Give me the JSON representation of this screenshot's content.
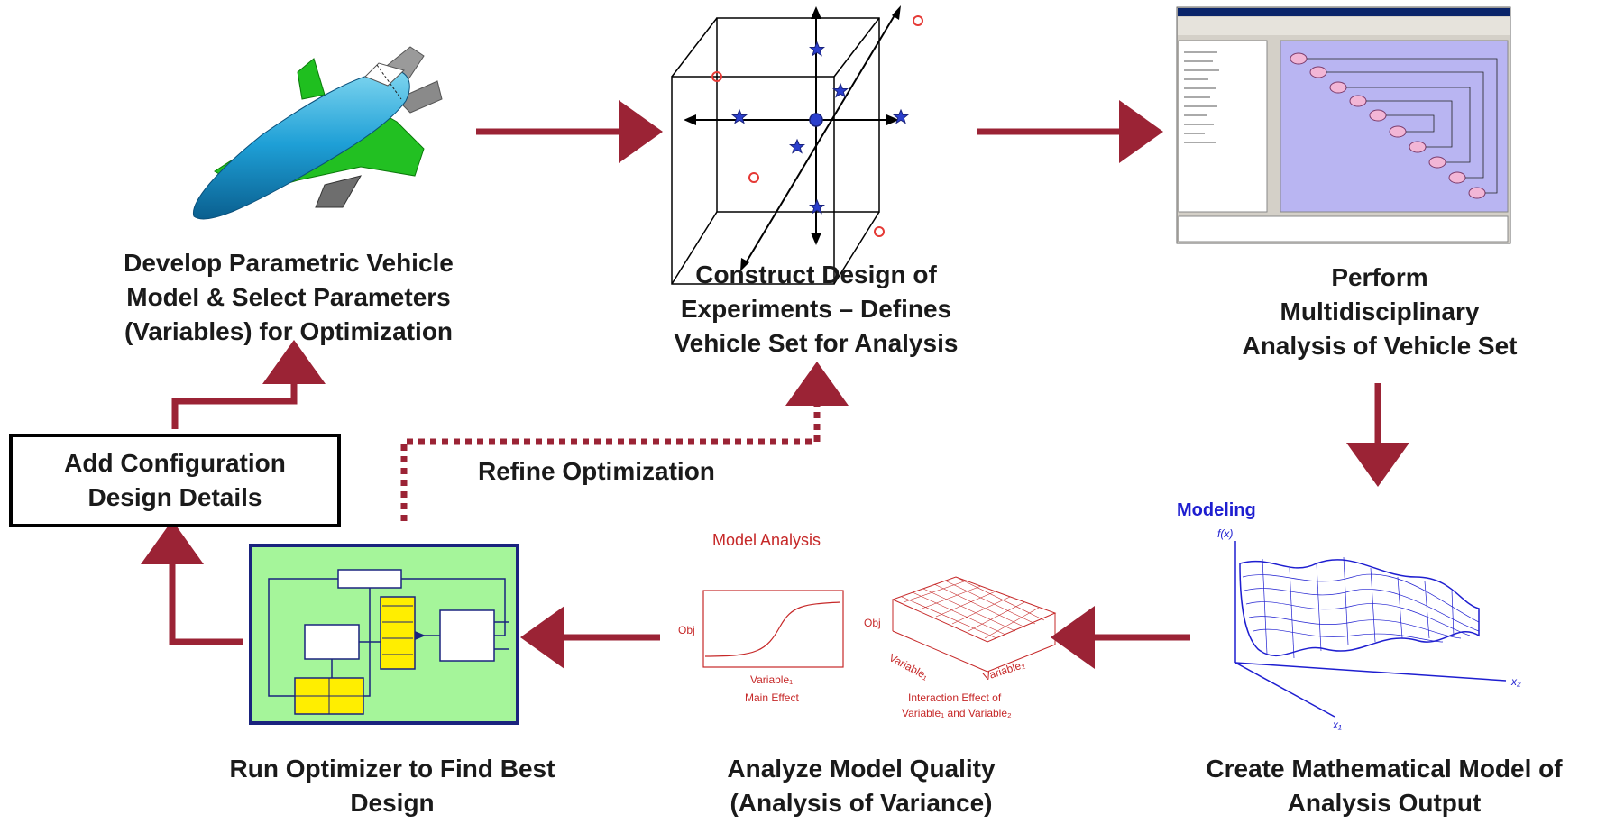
{
  "steps": {
    "develop": {
      "line1": "Develop Parametric Vehicle",
      "line2": "Model & Select Parameters",
      "line3": "(Variables) for Optimization"
    },
    "construct": {
      "line1": "Construct Design of",
      "line2": "Experiments – Defines",
      "line3": "Vehicle Set for Analysis"
    },
    "perform": {
      "line1": "Perform",
      "line2": "Multidisciplinary",
      "line3": "Analysis of Vehicle Set"
    },
    "create": {
      "line1": "Create Mathematical Model of",
      "line2": "Analysis Output"
    },
    "analyze": {
      "line1": "Analyze Model Quality",
      "line2": "(Analysis of Variance)"
    },
    "run": {
      "line1": "Run Optimizer to Find Best",
      "line2": "Design"
    }
  },
  "config_box": {
    "line1": "Add Configuration",
    "line2": "Design Details"
  },
  "refine_label": "Refine Optimization",
  "modeling_figure": {
    "title": "Modeling",
    "fx": "f(x)",
    "x1": "x₁",
    "x2": "x₂"
  },
  "model_analysis_figure": {
    "title": "Model Analysis",
    "obj": "Obj",
    "variable1": "Variable₁",
    "variable2": "Variable₂",
    "main_effect": "Main Effect",
    "interaction_line1": "Interaction Effect of",
    "interaction_line2": "Variable₁ and Variable₂"
  },
  "colors": {
    "arrow": "#9b2335",
    "modeling_blue": "#1e1ed0",
    "analysis_red": "#c62828",
    "optimizer_bg": "#a5f59a",
    "optimizer_border": "#1a237e",
    "optimizer_cells": "#ffee00",
    "star": "#1a237e"
  }
}
